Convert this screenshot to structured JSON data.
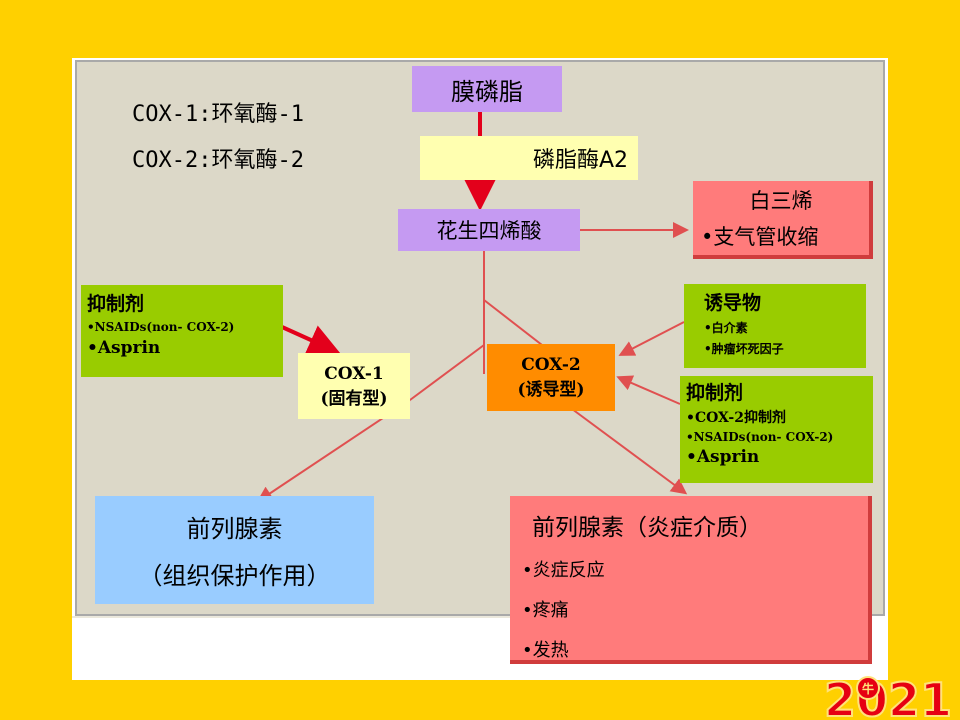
{
  "definitions": {
    "cox1": "COX-1:环氧酶-1",
    "cox2": "COX-2:环氧酶-2"
  },
  "nodes": {
    "membrane": "膜磷脂",
    "phospholipase": "磷脂酶A2",
    "arachidonic": "花生四烯酸",
    "leukotriene": {
      "title": "白三烯",
      "item": "•支气管收缩"
    },
    "inhibitor_left": {
      "title": "抑制剂",
      "item1": "•NSAIDs(non- COX-2)",
      "item2": "•Asprin"
    },
    "inducer": {
      "title": "诱导物",
      "item1": "•白介素",
      "item2": "•肿瘤坏死因子"
    },
    "inhibitor_right": {
      "title": "抑制剂",
      "item1": "•COX-2抑制剂",
      "item2": "•NSAIDs(non- COX-2)",
      "item3": "•Asprin"
    },
    "cox1": {
      "line1": "COX-1",
      "line2": "(固有型)"
    },
    "cox2": {
      "line1": "COX-2",
      "line2": "(诱导型)"
    },
    "prostaglandin_left": {
      "line1": "前列腺素",
      "line2": "（组织保护作用）"
    },
    "prostaglandin_right": {
      "title": "前列腺素（炎症介质）",
      "item1": "•炎症反应",
      "item2": "•疼痛",
      "item3": "•发热"
    }
  },
  "logo": {
    "text": "2021",
    "badge": "牛"
  },
  "colors": {
    "background": "#FFD000",
    "purple": "#C59AF2",
    "light_yellow": "#FFFFB0",
    "salmon": "#FF7B7B",
    "green": "#99CC00",
    "orange": "#FF8C00",
    "blue": "#99CCFF",
    "arrow_red": "#E3001B"
  }
}
